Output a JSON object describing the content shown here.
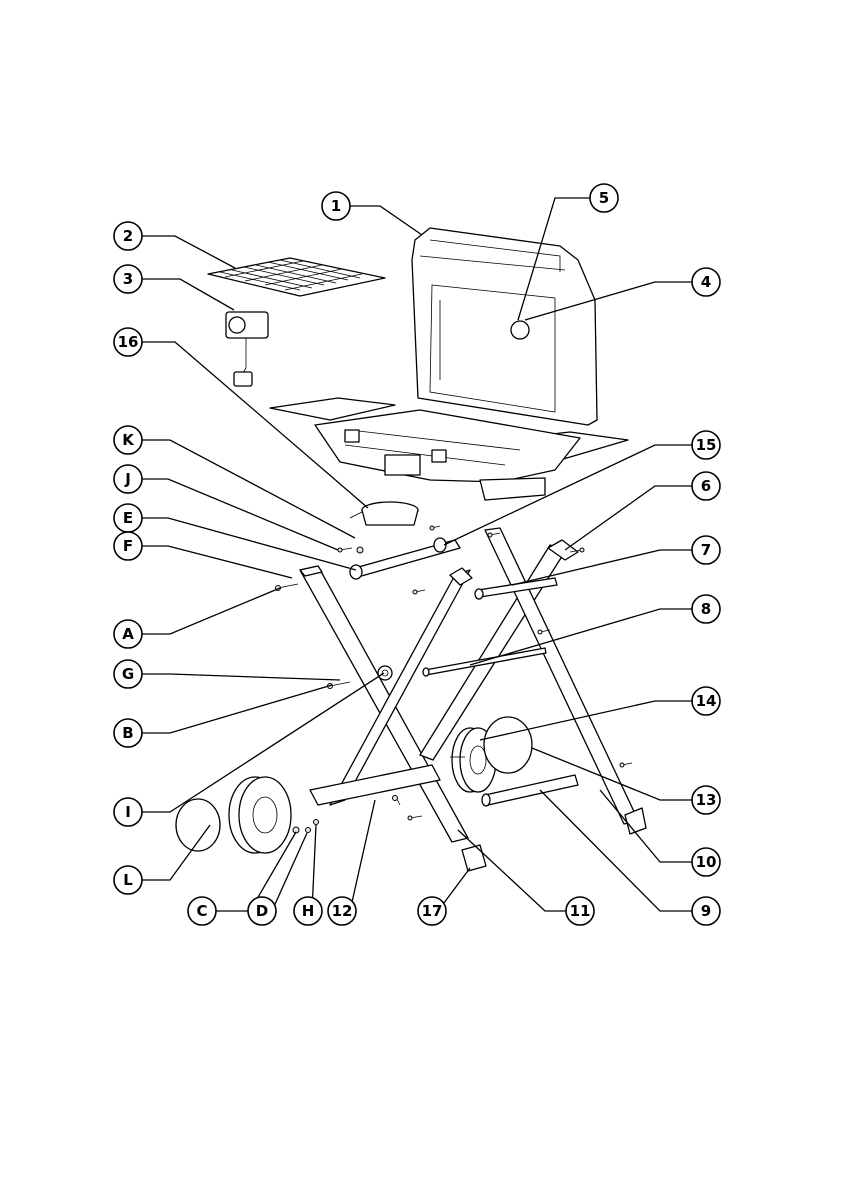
{
  "colors": {
    "ink": "#000000",
    "paper": "#ffffff"
  },
  "callouts": [
    {
      "id": "1",
      "label": "1"
    },
    {
      "id": "2",
      "label": "2"
    },
    {
      "id": "3",
      "label": "3"
    },
    {
      "id": "4",
      "label": "4"
    },
    {
      "id": "5",
      "label": "5"
    },
    {
      "id": "6",
      "label": "6"
    },
    {
      "id": "7",
      "label": "7"
    },
    {
      "id": "8",
      "label": "8"
    },
    {
      "id": "9",
      "label": "9"
    },
    {
      "id": "10",
      "label": "10"
    },
    {
      "id": "11",
      "label": "11"
    },
    {
      "id": "12",
      "label": "12"
    },
    {
      "id": "13",
      "label": "13"
    },
    {
      "id": "14",
      "label": "14"
    },
    {
      "id": "15",
      "label": "15"
    },
    {
      "id": "16",
      "label": "16"
    },
    {
      "id": "17",
      "label": "17"
    },
    {
      "id": "A",
      "label": "A"
    },
    {
      "id": "B",
      "label": "B"
    },
    {
      "id": "C",
      "label": "C"
    },
    {
      "id": "D",
      "label": "D"
    },
    {
      "id": "E",
      "label": "E"
    },
    {
      "id": "F",
      "label": "F"
    },
    {
      "id": "G",
      "label": "G"
    },
    {
      "id": "H",
      "label": "H"
    },
    {
      "id": "I",
      "label": "I"
    },
    {
      "id": "J",
      "label": "J"
    },
    {
      "id": "K",
      "label": "K"
    },
    {
      "id": "L",
      "label": "L"
    }
  ]
}
